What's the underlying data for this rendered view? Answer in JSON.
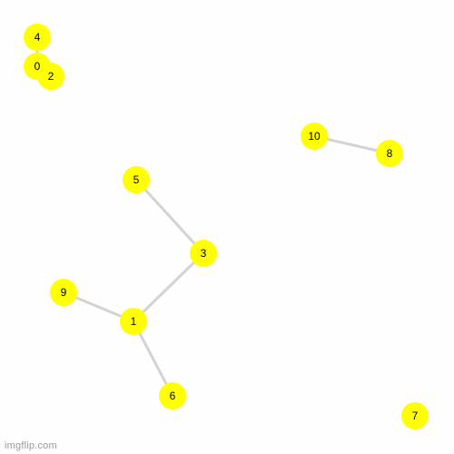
{
  "graph": {
    "node_color": "#ffff00",
    "edge_color": "#d3d3d3",
    "label_color": "#000000",
    "nodes": [
      {
        "id": "4",
        "label": "4"
      },
      {
        "id": "0",
        "label": "0"
      },
      {
        "id": "2",
        "label": "2"
      },
      {
        "id": "10",
        "label": "10"
      },
      {
        "id": "8",
        "label": "8"
      },
      {
        "id": "5",
        "label": "5"
      },
      {
        "id": "3",
        "label": "3"
      },
      {
        "id": "9",
        "label": "9"
      },
      {
        "id": "1",
        "label": "1"
      },
      {
        "id": "6",
        "label": "6"
      },
      {
        "id": "7",
        "label": "7"
      }
    ],
    "edges": [
      {
        "source": "4",
        "target": "0"
      },
      {
        "source": "0",
        "target": "2"
      },
      {
        "source": "10",
        "target": "8"
      },
      {
        "source": "5",
        "target": "3"
      },
      {
        "source": "3",
        "target": "1"
      },
      {
        "source": "9",
        "target": "1"
      },
      {
        "source": "1",
        "target": "6"
      }
    ]
  },
  "watermark": "imgflip.com"
}
